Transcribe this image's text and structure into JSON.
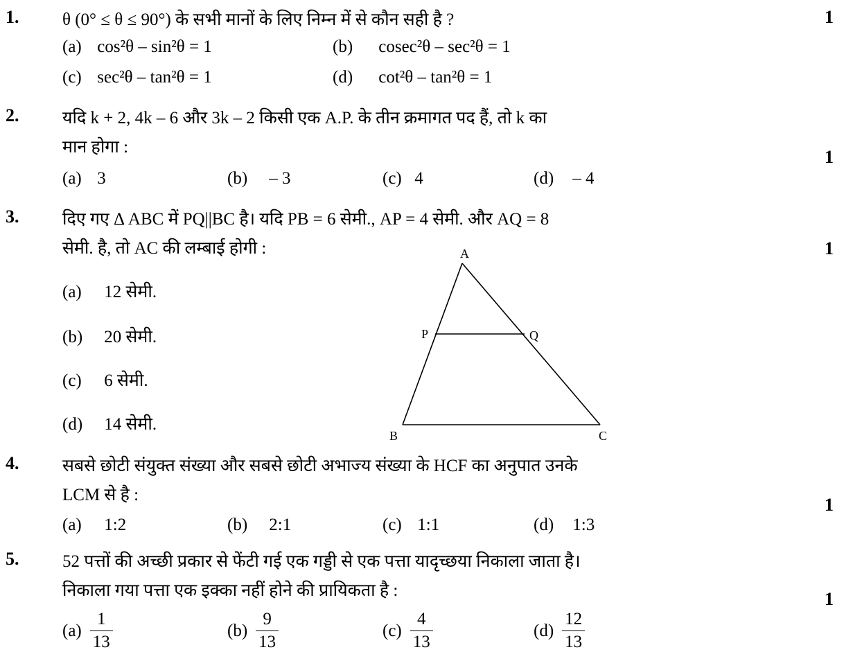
{
  "questions": [
    {
      "number": "1.",
      "marks": "1",
      "text": "θ (0° ≤ θ ≤ 90°) के सभी मानों के लिए निम्न में से कौन सही है ?",
      "options": [
        {
          "label": "(a)",
          "text": "cos²θ – sin²θ = 1"
        },
        {
          "label": "(b)",
          "text": "cosec²θ – sec²θ = 1"
        },
        {
          "label": "(c)",
          "text": "sec²θ – tan²θ = 1"
        },
        {
          "label": "(d)",
          "text": "cot²θ – tan²θ = 1"
        }
      ]
    },
    {
      "number": "2.",
      "marks": "1",
      "text_line1": "यदि k + 2, 4k – 6 और 3k – 2 किसी एक A.P. के तीन क्रमागत पद हैं, तो k का",
      "text_line2": "मान होगा :",
      "options": [
        {
          "label": "(a)",
          "text": "3"
        },
        {
          "label": "(b)",
          "text": "– 3"
        },
        {
          "label": "(c)",
          "text": "4"
        },
        {
          "label": "(d)",
          "text": "– 4"
        }
      ]
    },
    {
      "number": "3.",
      "marks": "1",
      "text_line1": "दिए गए Δ ABC में PQ||BC है। यदि PB = 6 सेमी., AP = 4 सेमी. और AQ = 8",
      "text_line2": "सेमी. है, तो AC की लम्बाई होगी :",
      "options": [
        {
          "label": "(a)",
          "text": "12 सेमी."
        },
        {
          "label": "(b)",
          "text": "20 सेमी."
        },
        {
          "label": "(c)",
          "text": "6 सेमी."
        },
        {
          "label": "(d)",
          "text": "14 सेमी."
        }
      ],
      "figure_labels": {
        "A": "A",
        "B": "B",
        "C": "C",
        "P": "P",
        "Q": "Q"
      }
    },
    {
      "number": "4.",
      "marks": "1",
      "text_line1": "सबसे छोटी संयुक्त संख्या और सबसे छोटी अभाज्य संख्या के HCF का अनुपात उनके",
      "text_line2": "LCM से है :",
      "options": [
        {
          "label": "(a)",
          "text": "1:2"
        },
        {
          "label": "(b)",
          "text": "2:1"
        },
        {
          "label": "(c)",
          "text": "1:1"
        },
        {
          "label": "(d)",
          "text": "1:3"
        }
      ]
    },
    {
      "number": "5.",
      "marks": "1",
      "text_line1": "52 पत्तों की अच्छी प्रकार से फेंटी गई एक गड्डी से एक पत्ता यादृच्छया निकाला जाता है।",
      "text_line2": "निकाला गया पत्ता एक इक्का नहीं होने की प्रायिकता है :",
      "options": [
        {
          "label": "(a)",
          "num": "1",
          "den": "13"
        },
        {
          "label": "(b)",
          "num": "9",
          "den": "13"
        },
        {
          "label": "(c)",
          "num": "4",
          "den": "13"
        },
        {
          "label": "(d)",
          "num": "12",
          "den": "13"
        }
      ]
    }
  ]
}
